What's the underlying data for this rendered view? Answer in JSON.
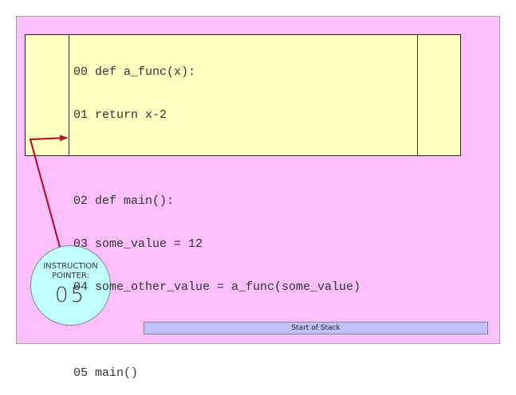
{
  "code_lines": [
    "00 def a_func(x):",
    "01 return x-2",
    "",
    "02 def main():",
    "03 some_value = 12",
    "04 some_other_value = a_func(some_value)",
    "",
    "05 main()"
  ],
  "instruction_pointer": {
    "label": "INSTRUCTION POINTER:",
    "value": "05"
  },
  "stack": {
    "label": "Start of Stack"
  },
  "colors": {
    "panel": "#fdbffd",
    "code_bg": "#ffffc0",
    "pointer_bg": "#c0ffff",
    "stack_bg": "#c0c0ff",
    "arrow": "#c00020"
  }
}
